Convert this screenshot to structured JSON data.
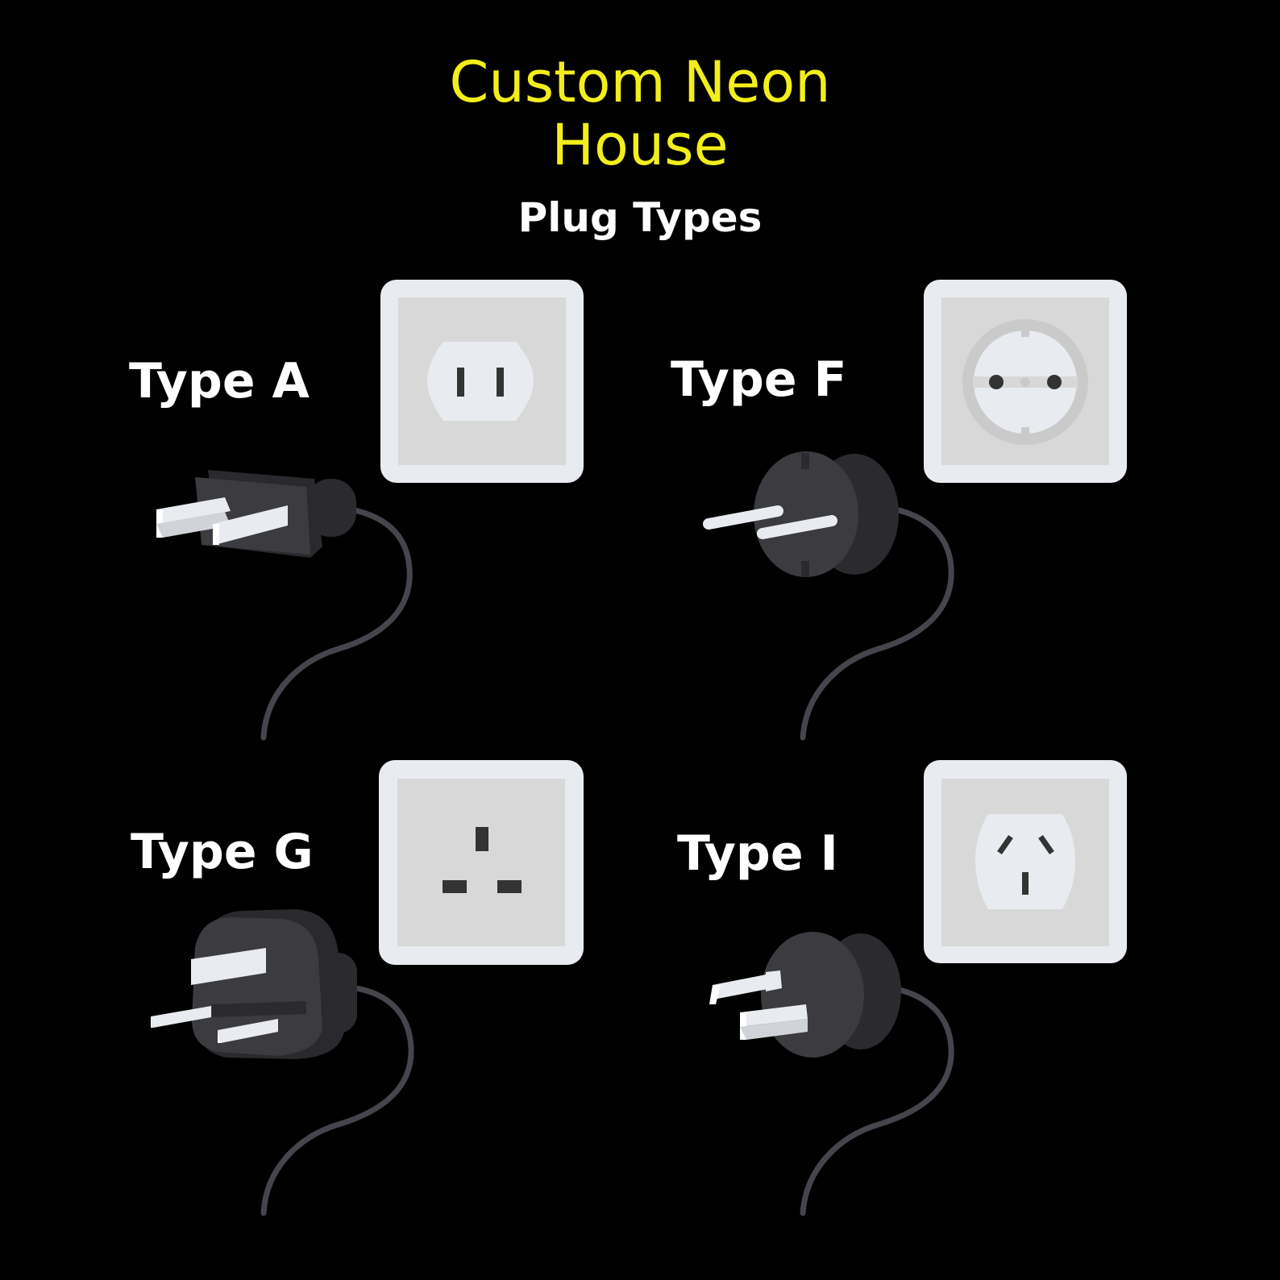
{
  "header": {
    "title_line1": "Custom Neon",
    "title_line2": "House",
    "subtitle": "Plug Types"
  },
  "plugs": [
    {
      "label": "Type A",
      "icon": "type-a-socket-icon"
    },
    {
      "label": "Type F",
      "icon": "type-f-socket-icon"
    },
    {
      "label": "Type G",
      "icon": "type-g-socket-icon"
    },
    {
      "label": "Type I",
      "icon": "type-i-socket-icon"
    }
  ],
  "colors": {
    "background": "#000000",
    "title": "#f2ee1c",
    "text": "#ffffff",
    "socket_frame": "#e8ebf0",
    "socket_plate": "#d8d8d8",
    "plug_body": "#3b3b40",
    "cable": "#45454d"
  }
}
